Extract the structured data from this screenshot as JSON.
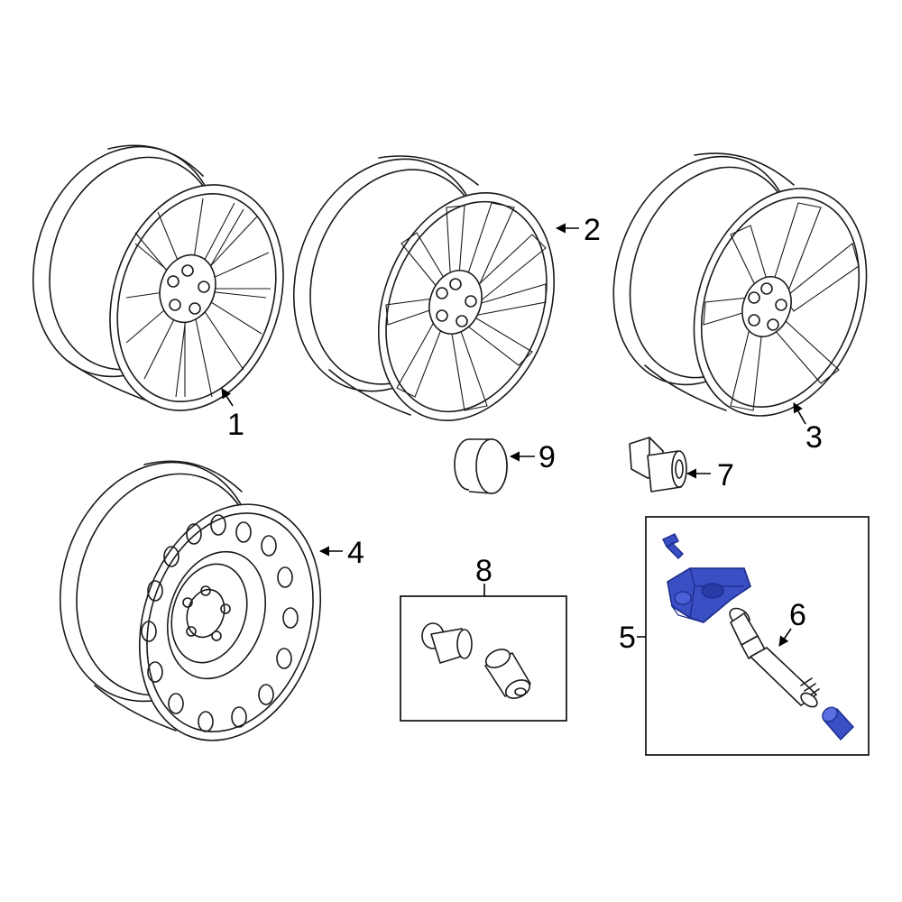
{
  "callouts": [
    {
      "id": "1",
      "label": "1"
    },
    {
      "id": "2",
      "label": "2"
    },
    {
      "id": "3",
      "label": "3"
    },
    {
      "id": "4",
      "label": "4"
    },
    {
      "id": "5",
      "label": "5"
    },
    {
      "id": "6",
      "label": "6"
    },
    {
      "id": "7",
      "label": "7"
    },
    {
      "id": "8",
      "label": "8"
    },
    {
      "id": "9",
      "label": "9"
    }
  ],
  "colors": {
    "highlight_fill": "#3a4fc4",
    "highlight_dark": "#1b2a8a",
    "line": "#1a1a1a",
    "background": "#ffffff"
  },
  "highlighted_parts": [
    "5"
  ]
}
